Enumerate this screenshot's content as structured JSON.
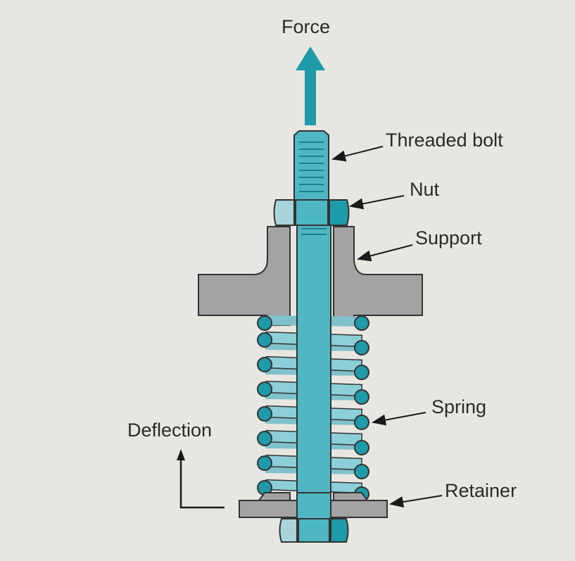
{
  "diagram": {
    "labels": {
      "force": "Force",
      "threaded_bolt": "Threaded bolt",
      "nut": "Nut",
      "support": "Support",
      "spring": "Spring",
      "retainer": "Retainer",
      "deflection": "Deflection"
    },
    "colors": {
      "background": "#e8e6e0",
      "bolt": "#4fb6c4",
      "spring_coil": "#8ccfd8",
      "spring_wire": "#1f9aa8",
      "support": "#a3a3a3",
      "nut_light": "#a9d4da",
      "outline": "#333333"
    }
  }
}
